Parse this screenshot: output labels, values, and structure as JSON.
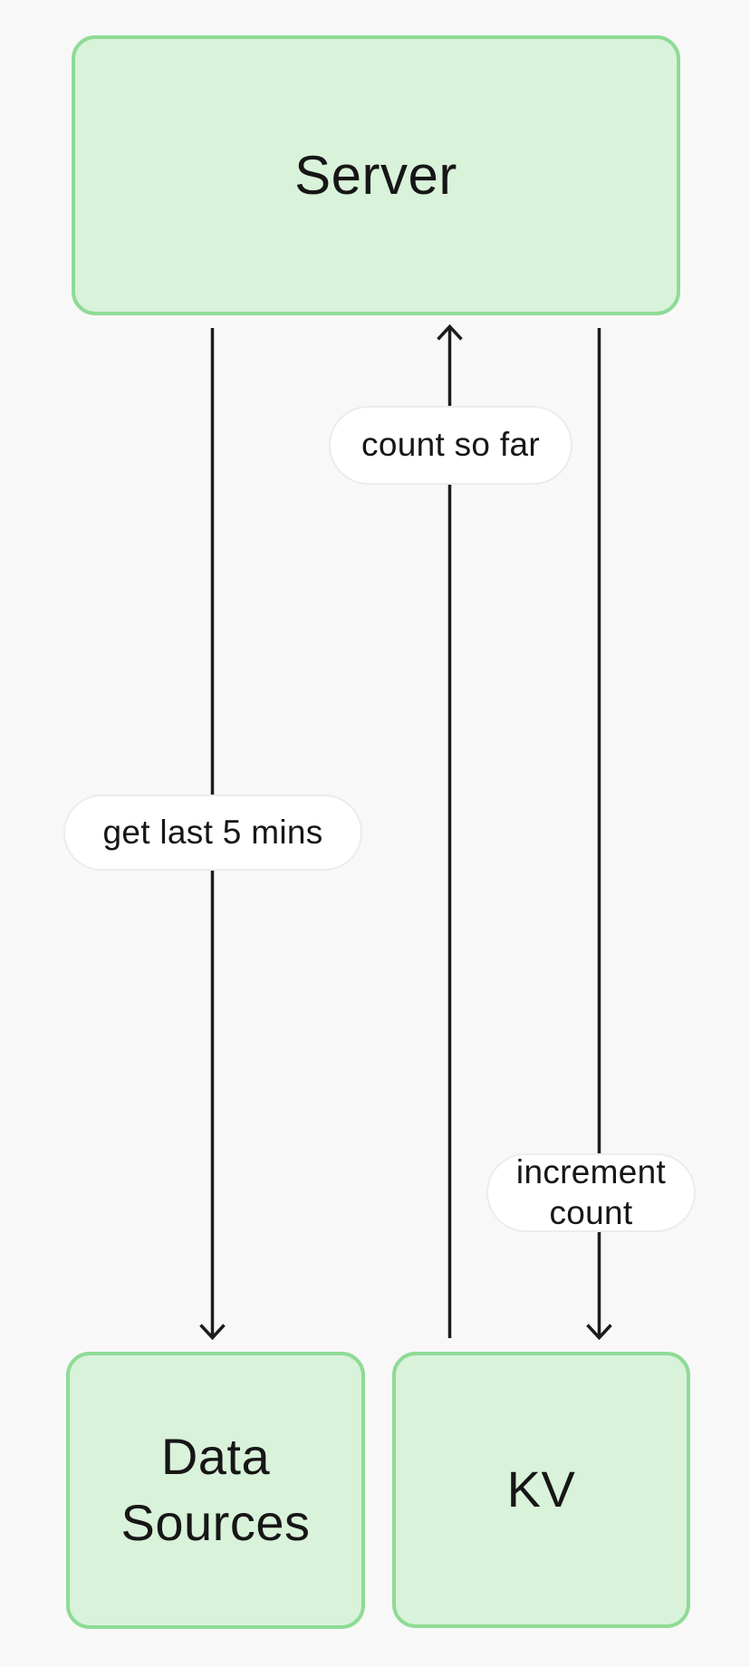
{
  "colors": {
    "background": "#f8f8f8",
    "node_fill": "#d9f2da",
    "node_border": "#8edb95",
    "edge": "#1c1c1c",
    "label_bg": "#ffffff",
    "label_border": "#ececec",
    "text": "#161616"
  },
  "nodes": [
    {
      "id": "server",
      "label": "Server"
    },
    {
      "id": "data-sources",
      "label": "Data Sources"
    },
    {
      "id": "kv",
      "label": "KV"
    }
  ],
  "edges": [
    {
      "from": "server",
      "to": "data-sources",
      "direction": "down",
      "label": "get last 5 mins"
    },
    {
      "from": "kv",
      "to": "server",
      "direction": "up",
      "label": "count so far"
    },
    {
      "from": "server",
      "to": "kv",
      "direction": "down",
      "label": "increment count"
    }
  ]
}
